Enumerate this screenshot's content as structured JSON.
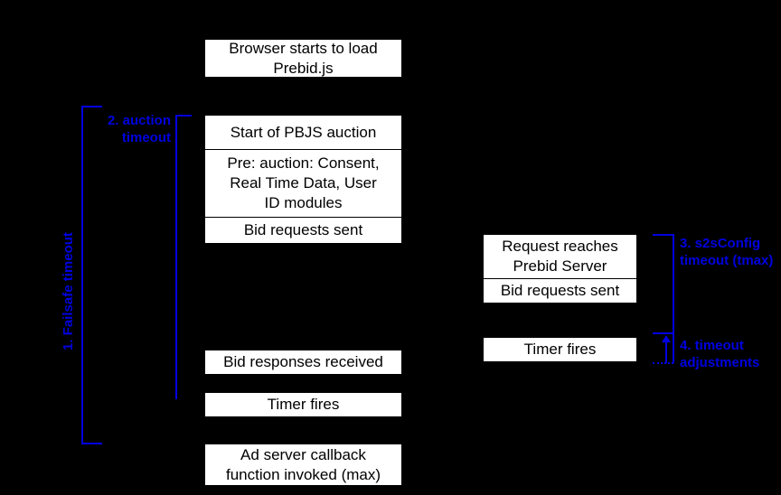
{
  "diagram": {
    "title": "Prebid timeout sequence diagram",
    "background_color": "#000000",
    "box_fill_color": "#ffffff",
    "box_text_color": "#000000",
    "annotation_color": "#0000E0"
  },
  "client_column": {
    "top_box": {
      "label": "Browser starts to load\nPrebid.js"
    },
    "auction_stack": [
      {
        "label": "Start of PBJS auction"
      },
      {
        "label": "Pre: auction: Consent,\nReal Time Data, User\nID modules"
      },
      {
        "label": "Bid requests sent"
      }
    ],
    "bid_responses_box": {
      "label": "Bid responses received"
    },
    "timer_fires_box": {
      "label": "Timer fires"
    },
    "ad_server_box": {
      "label": "Ad server callback\nfunction invoked (max)"
    }
  },
  "server_column": {
    "server_stack": [
      {
        "label": "Request reaches\nPrebid Server"
      },
      {
        "label": "Bid requests sent"
      }
    ],
    "timer_fires_box": {
      "label": "Timer fires"
    }
  },
  "annotations": {
    "failsafe_timeout": {
      "label": "1. Failsafe timeout"
    },
    "auction_timeout": {
      "label": "2. auction\ntimeout"
    },
    "s2s_timeout": {
      "label": "3. s2sConfig\ntimeout (tmax)"
    },
    "timeout_adjustments": {
      "label": "4. timeout\nadjustments"
    }
  }
}
